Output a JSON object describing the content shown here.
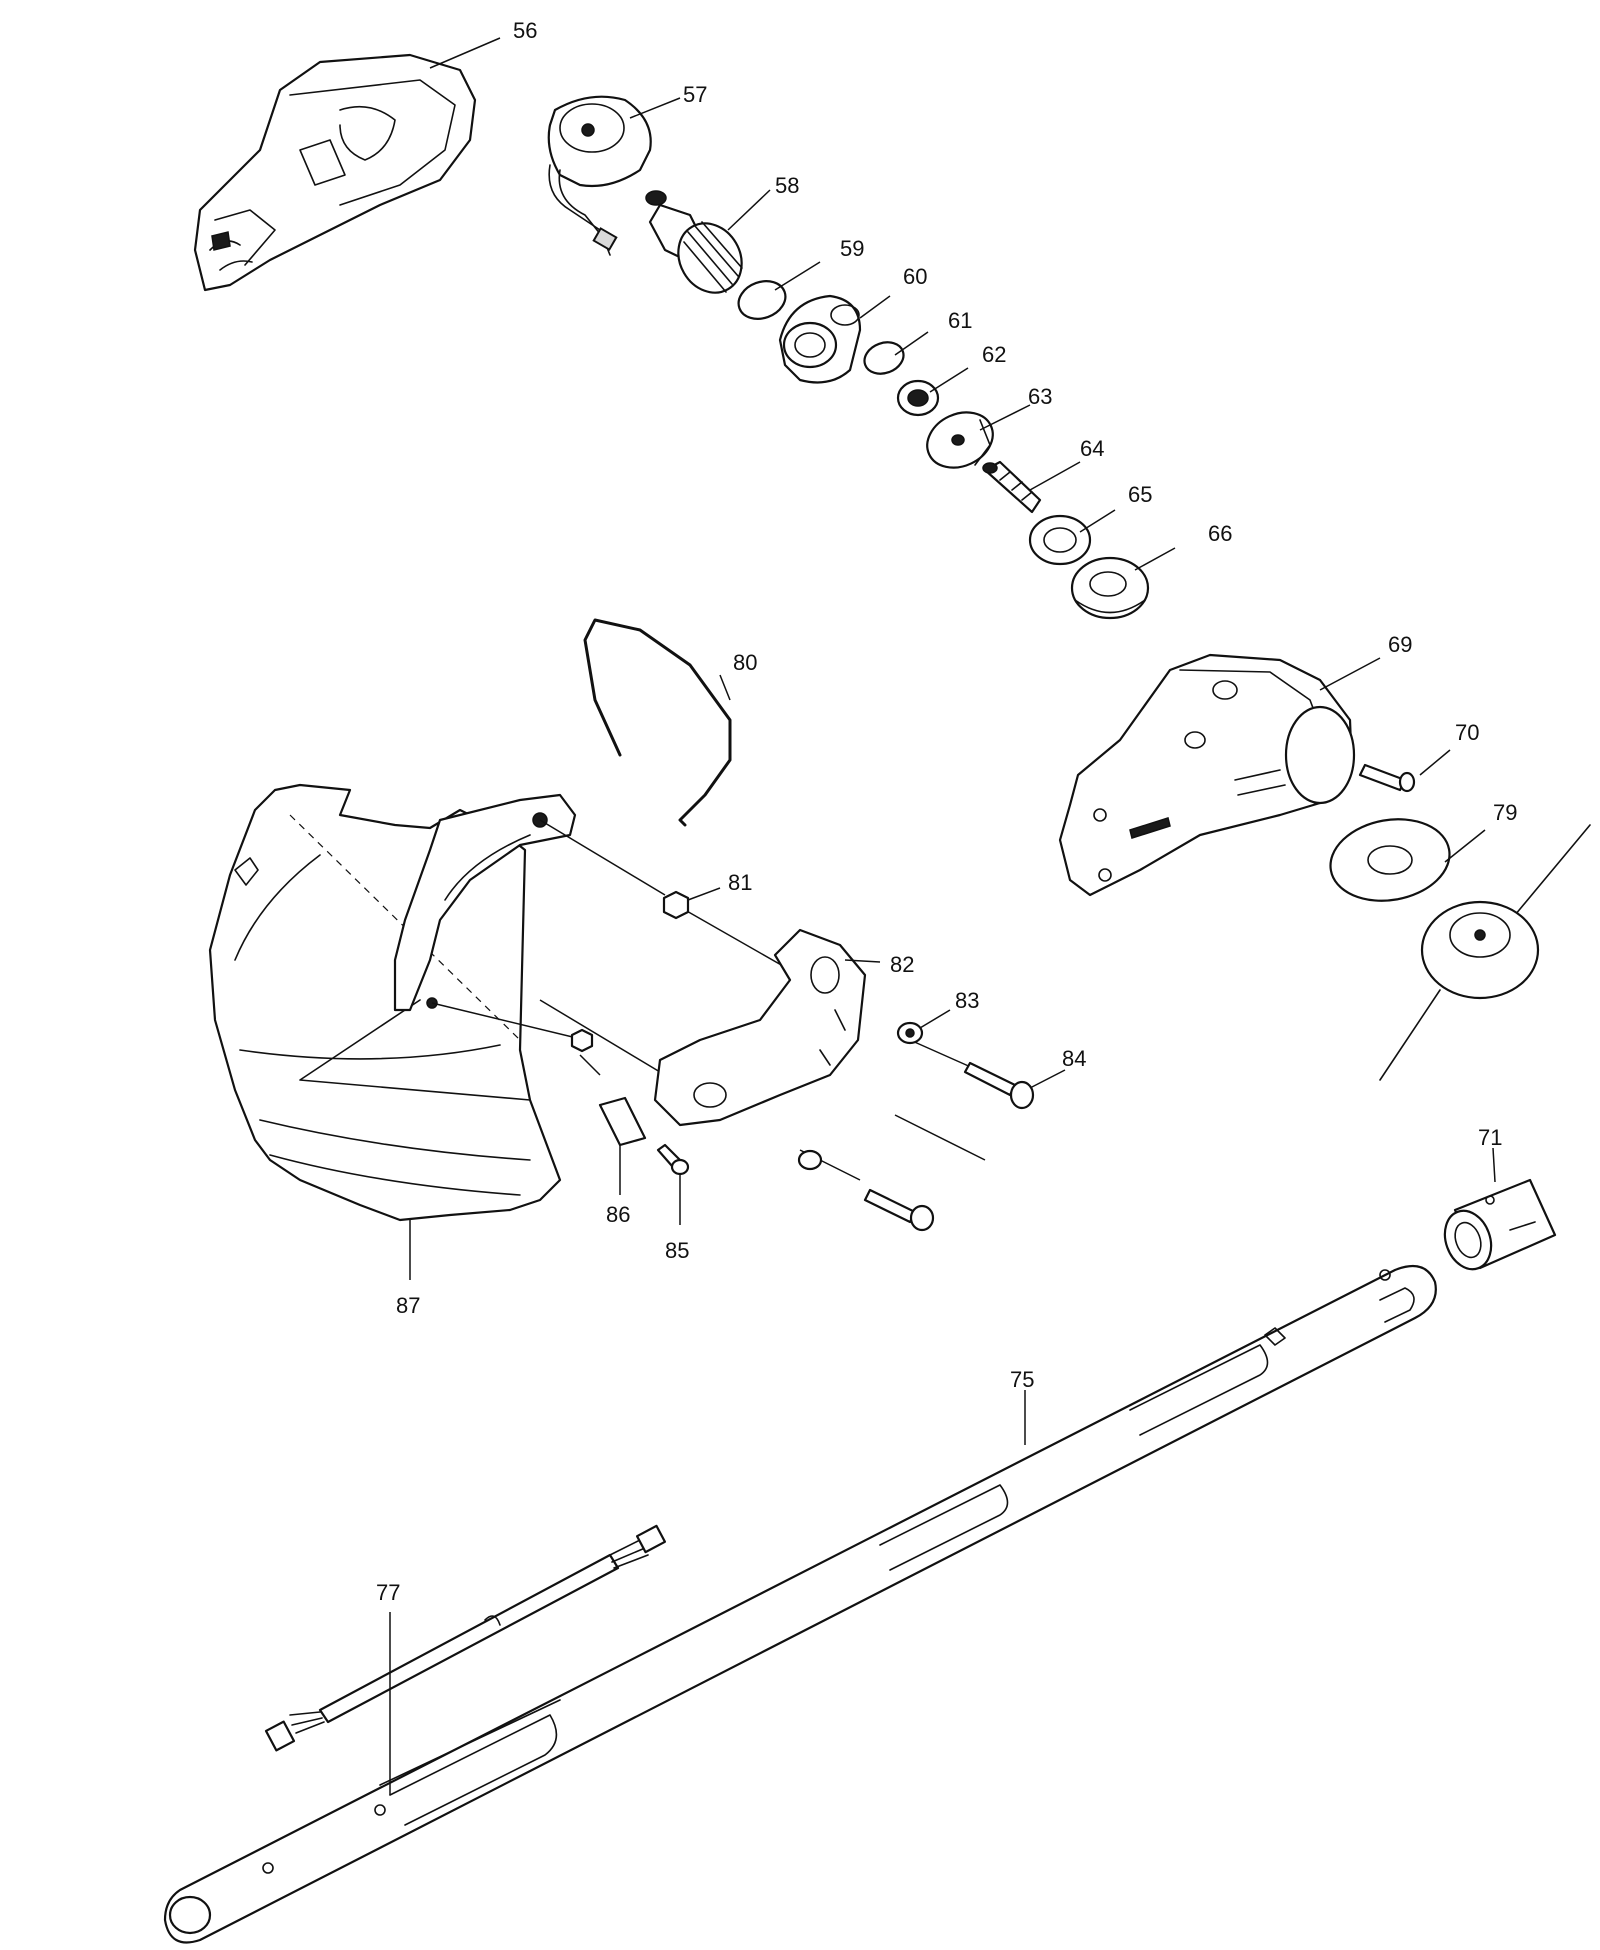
{
  "callouts": {
    "p56": "56",
    "p57": "57",
    "p58": "58",
    "p59": "59",
    "p60": "60",
    "p61": "61",
    "p62": "62",
    "p63": "63",
    "p64": "64",
    "p65": "65",
    "p66": "66",
    "p69": "69",
    "p70": "70",
    "p71": "71",
    "p75": "75",
    "p77": "77",
    "p79": "79",
    "p80": "80",
    "p81": "81",
    "p82": "82",
    "p83": "83",
    "p84": "84",
    "p85": "85",
    "p86": "86",
    "p87": "87"
  }
}
